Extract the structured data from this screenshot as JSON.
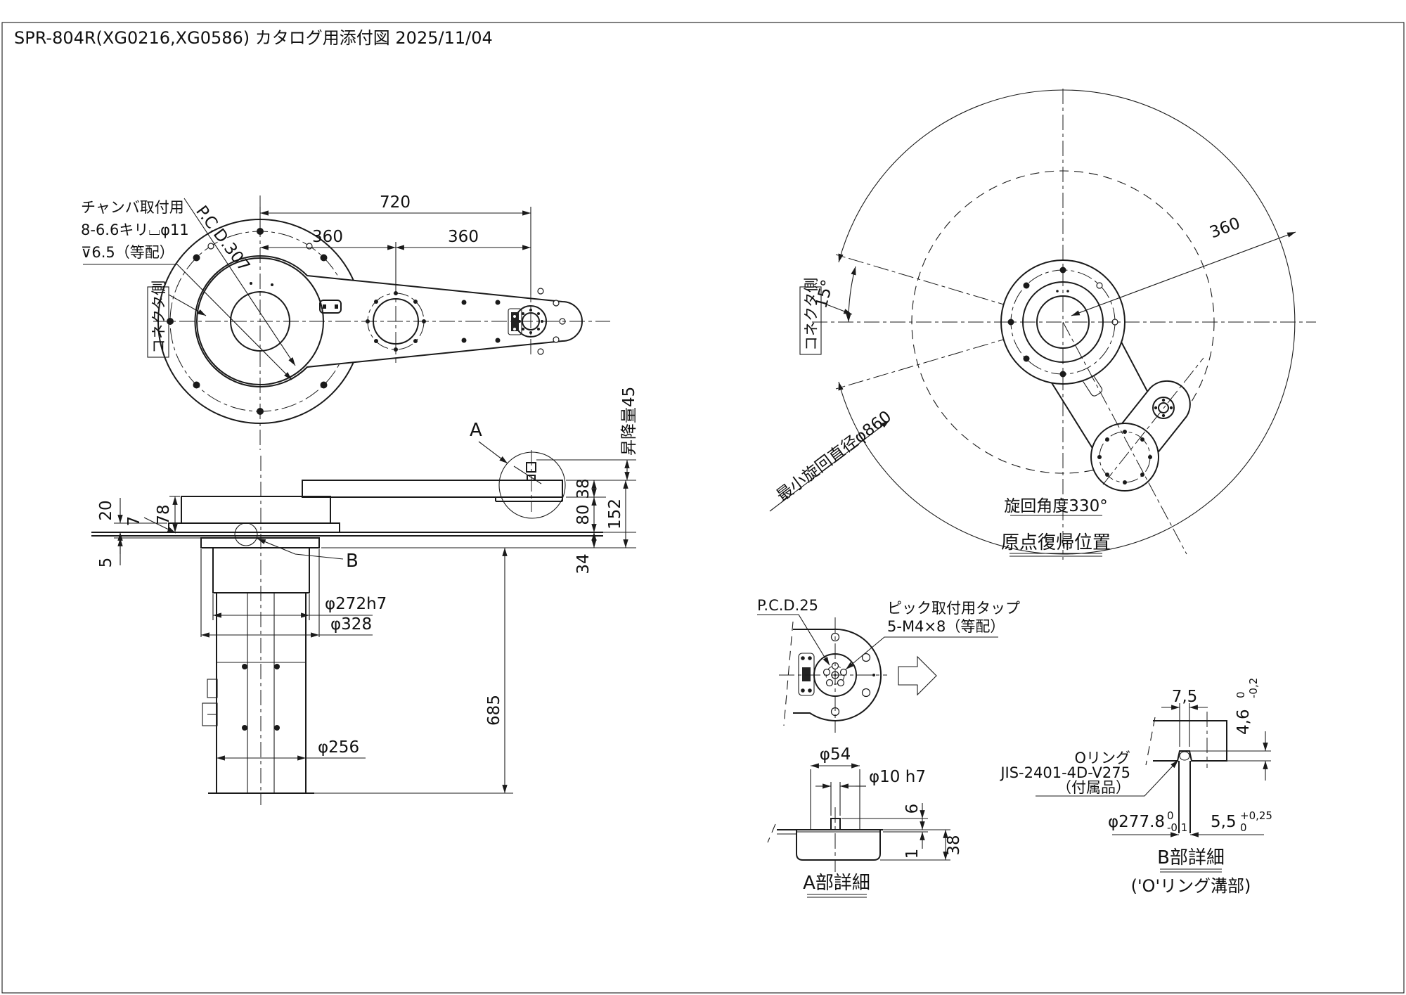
{
  "title": "SPR-804R(XG0216,XG0586) カタログ用添付図  2025/11/04",
  "colors": {
    "line": "#1a1a1a",
    "background": "#ffffff"
  },
  "plan_view": {
    "note_chamber": [
      "チャンバ取付用",
      "8-6.6キリ⌴φ11",
      "⊽6.5（等配）"
    ],
    "pcd": "P.C.D.307",
    "connector_side": "コネクタ側",
    "dim_720": "720",
    "dim_360_1": "360",
    "dim_360_2": "360"
  },
  "side_view": {
    "mark_a": "A",
    "mark_b": "B",
    "dim_20": "20",
    "dim_7": "7",
    "dim_78": "78",
    "dim_5": "5",
    "dim_lift": "昇降量45",
    "dim_38": "38",
    "dim_80": "80",
    "dim_152": "152",
    "dim_34": "34",
    "dim_685": "685",
    "dim_d272": "φ272h7",
    "dim_d328": "φ328",
    "dim_d256": "φ256"
  },
  "home_view": {
    "connector_side": "コネクタ側",
    "dim_15": "15°",
    "dim_360": "360",
    "min_swing": "最小旋回直径φ860",
    "swing_angle": "旋回角度330°",
    "caption": "原点復帰位置"
  },
  "pick_detail": {
    "pcd": "P.C.D.25",
    "note_tap": [
      "ピック取付用タップ",
      "5-M4×8（等配）"
    ],
    "dim_d54": "φ54",
    "dim_d10": "φ10 h7",
    "dim_6": "6",
    "dim_1": "1",
    "dim_38": "38",
    "caption": "A部詳細"
  },
  "oring_detail": {
    "dim_75": "7,5",
    "dim_46": "4,6",
    "tol46_hi": "0",
    "tol46_lo": "-0,2",
    "note_oring": [
      "Oリング",
      "JIS-2401-4D-V275",
      "（付属品）"
    ],
    "dim_d2778": "φ277.8",
    "tol2778_hi": "0",
    "tol2778_lo": "-0,1",
    "dim_55": "5,5",
    "tol55_hi": "+0,25",
    "tol55_lo": "0",
    "caption": "B部詳細",
    "caption2": "('O'リング溝部)"
  }
}
